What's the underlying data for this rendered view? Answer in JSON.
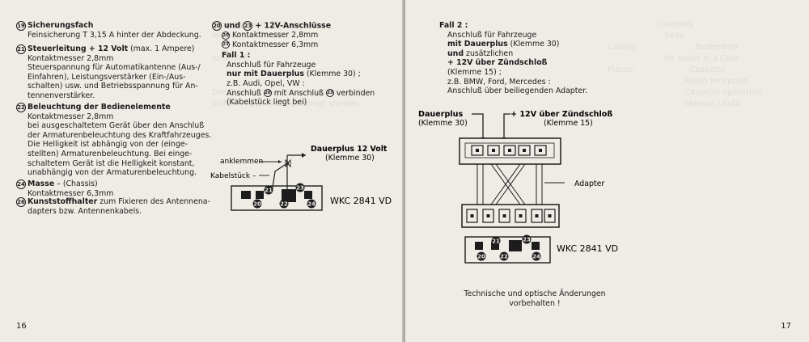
{
  "left_page": {
    "col1": [
      {
        "num": "19",
        "lines": [
          [
            {
              "t": "Sicherungsfach",
              "b": true
            }
          ],
          [
            {
              "t": "Feinsicherung T 3,15 A hinter der Abdeckung."
            }
          ]
        ]
      },
      {
        "num": "21",
        "lines": [
          [
            {
              "t": "Steuerleitung + 12 Volt",
              "b": true
            },
            {
              "t": " (max. 1 Ampere)"
            }
          ],
          [
            {
              "t": "Kontaktmesser 2,8mm"
            }
          ],
          [
            {
              "t": "Steuerspannung für Automatikantenne (Aus-/"
            }
          ],
          [
            {
              "t": "Einfahren),   Leistungsverstärker   (Ein-/Aus-"
            }
          ],
          [
            {
              "t": "schalten) usw. und Betriebsspannung für An-"
            }
          ],
          [
            {
              "t": "tennenverstärker."
            }
          ]
        ]
      },
      {
        "num": "22",
        "lines": [
          [
            {
              "t": "Beleuchtung der Bedienelemente",
              "b": true
            }
          ],
          [
            {
              "t": "Kontaktmesser 2,8mm"
            }
          ],
          [
            {
              "t": "bei ausgeschaltetem Gerät über den Anschluß"
            }
          ],
          [
            {
              "t": "der Armaturenbeleuchtung des Kraftfahrzeuges."
            }
          ],
          [
            {
              "t": "Die Helligkeit ist abhängig von der (einge-"
            }
          ],
          [
            {
              "t": "stellten)  Armaturenbeleuchtung.  Bei  einge-"
            }
          ],
          [
            {
              "t": "schaltetem Gerät ist die Helligkeit konstant,"
            }
          ],
          [
            {
              "t": "unabhängig von der Armaturenbeleuchtung."
            }
          ]
        ]
      },
      {
        "num": "24",
        "lines": [
          [
            {
              "t": "Masse",
              "b": true
            },
            {
              "t": " – (Chassis)"
            }
          ],
          [
            {
              "t": "Kontaktmesser 6,3mm"
            }
          ]
        ]
      },
      {
        "num": "26",
        "lines": [
          [
            {
              "t": "Kunststoffhalter",
              "b": true
            },
            {
              "t": " zum Fixieren des Antennena-"
            }
          ],
          [
            {
              "t": "dapters bzw. Antennenkabels."
            }
          ]
        ]
      }
    ],
    "col2": {
      "heading_nums": [
        "20",
        "23"
      ],
      "heading_und": "und",
      "heading_rest": "+ 12V-Anschlüsse",
      "sub": [
        {
          "num": "20",
          "text": "Kontaktmesser 2,8mm"
        },
        {
          "num": "23",
          "text": "Kontaktmesser 6,3mm"
        }
      ],
      "fall1_label": "Fall 1 :",
      "fall1_lines": [
        [
          {
            "t": "Anschluß für Fahrzeuge"
          }
        ],
        [
          {
            "t": "nur mit Dauerplus",
            "b": true
          },
          {
            "t": " (Klemme 30) ;"
          }
        ],
        [
          {
            "t": "z.B. Audi, Opel, VW :"
          }
        ]
      ],
      "fall1_conn_pre": "Anschluß",
      "fall1_conn_mid": "mit Anschluß",
      "fall1_conn_post": "verbinden",
      "fall1_conn_nums": [
        "20",
        "23"
      ],
      "fall1_last": "(Kabelstück liegt bei)"
    },
    "diagram": {
      "dauerplus": "Dauerplus 12 Volt",
      "klemme30": "(Klemme 30)",
      "anklemmen": "anklemmen",
      "kabelstueck": "Kabelstück",
      "model": "WKC 2841 VD",
      "pins_top": [
        "21",
        "23"
      ],
      "pins_bottom": [
        "20",
        "22",
        "24"
      ]
    },
    "page_number": "16"
  },
  "right_page": {
    "fall2_label": "Fall 2 :",
    "fall2_lines": [
      [
        {
          "t": "Anschluß für Fahrzeuge"
        }
      ],
      [
        {
          "t": "mit Dauerplus",
          "b": true
        },
        {
          "t": " (Klemme 30)"
        }
      ],
      [
        {
          "t": "und",
          "b": true
        },
        {
          "t": " zusätzlichen"
        }
      ],
      [
        {
          "t": "+ 12V über Zündschloß",
          "b": true
        }
      ],
      [
        {
          "t": "(Klemme 15) ;"
        }
      ],
      [
        {
          "t": "z.B. BMW, Ford, Mercedes :"
        }
      ],
      [
        {
          "t": "Anschluß über beiliegenden Adapter."
        }
      ]
    ],
    "diagram": {
      "dauerplus": "Dauerplus",
      "klemme30": "(Klemme 30)",
      "zuendschloss": "+ 12V über Zündschloß",
      "klemme15": "(Klemme 15)",
      "adapter": "Adapter",
      "model": "WKC 2841 VD",
      "pins_top": [
        "21",
        "23"
      ],
      "pins_bottom": [
        "20",
        "22",
        "24"
      ]
    },
    "note_lines": [
      "Technische und optische Änderungen",
      "vorbehalten !"
    ],
    "page_number": "17"
  }
}
